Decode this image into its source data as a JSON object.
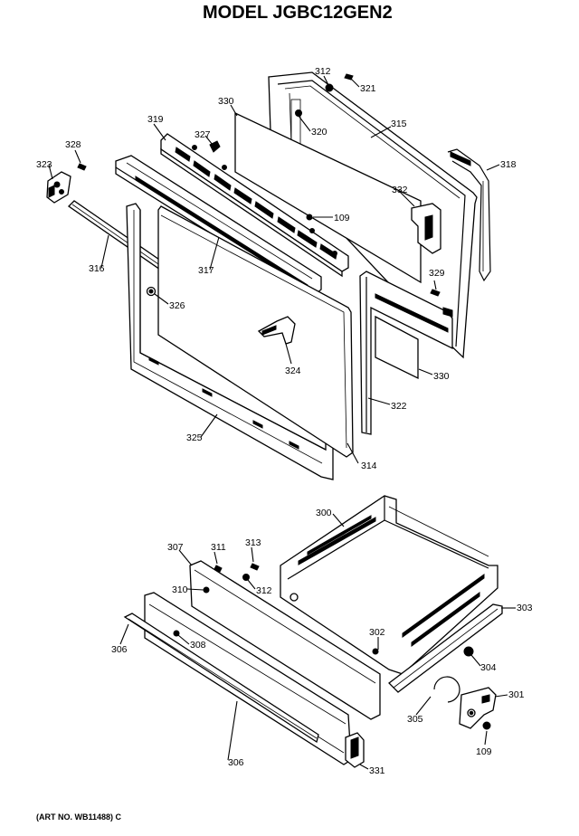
{
  "title": "MODEL JGBC12GEN2",
  "art_number": "(ART NO. WB11488) C",
  "callouts": {
    "c312a": "312",
    "c321": "321",
    "c315": "315",
    "c330a": "330",
    "c320": "320",
    "c319": "319",
    "c327": "327",
    "c318": "318",
    "c328a": "328",
    "c323": "323",
    "c332": "332",
    "c109a": "109",
    "c316": "316",
    "c317": "317",
    "c329": "329",
    "c326": "326",
    "c324": "324",
    "c330b": "330",
    "c322": "322",
    "c325": "325",
    "c314": "314",
    "c300": "300",
    "c307": "307",
    "c311": "311",
    "c313": "313",
    "c310": "310",
    "c312b": "312",
    "c303": "303",
    "c308": "308",
    "c306a": "306",
    "c302": "302",
    "c304": "304",
    "c305": "305",
    "c301": "301",
    "c306b": "306",
    "c109b": "109",
    "c331": "331"
  }
}
